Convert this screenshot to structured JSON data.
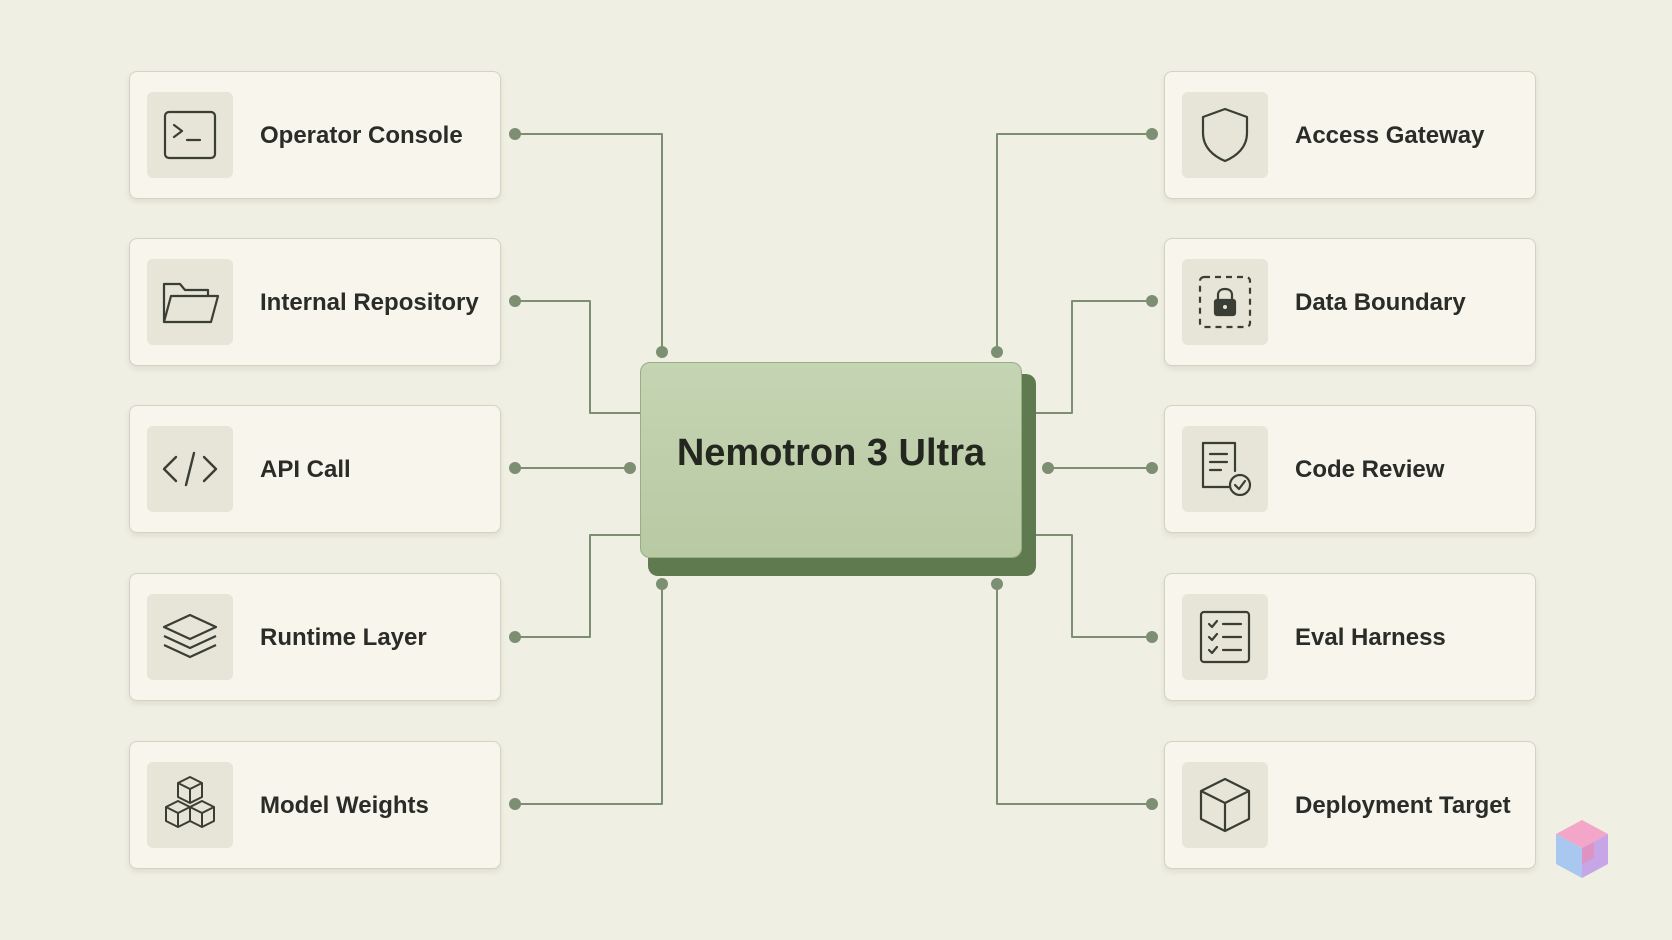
{
  "hub": {
    "title": "Nemotron 3 Ultra"
  },
  "left_nodes": [
    {
      "label": "Operator Console",
      "icon": "terminal-icon"
    },
    {
      "label": "Internal Repository",
      "icon": "folder-icon"
    },
    {
      "label": "API Call",
      "icon": "code-icon"
    },
    {
      "label": "Runtime Layer",
      "icon": "layers-icon"
    },
    {
      "label": "Model Weights",
      "icon": "cubes-icon"
    }
  ],
  "right_nodes": [
    {
      "label": "Access Gateway",
      "icon": "shield-icon"
    },
    {
      "label": "Data Boundary",
      "icon": "lock-boundary-icon"
    },
    {
      "label": "Code Review",
      "icon": "document-check-icon"
    },
    {
      "label": "Eval Harness",
      "icon": "checklist-icon"
    },
    {
      "label": "Deployment Target",
      "icon": "box-icon"
    }
  ],
  "colors": {
    "background": "#f0efe3",
    "card": "#f7f5ec",
    "hub": "#bccca8",
    "hub_depth": "#5f7a4e",
    "connector": "#7d8f72"
  }
}
